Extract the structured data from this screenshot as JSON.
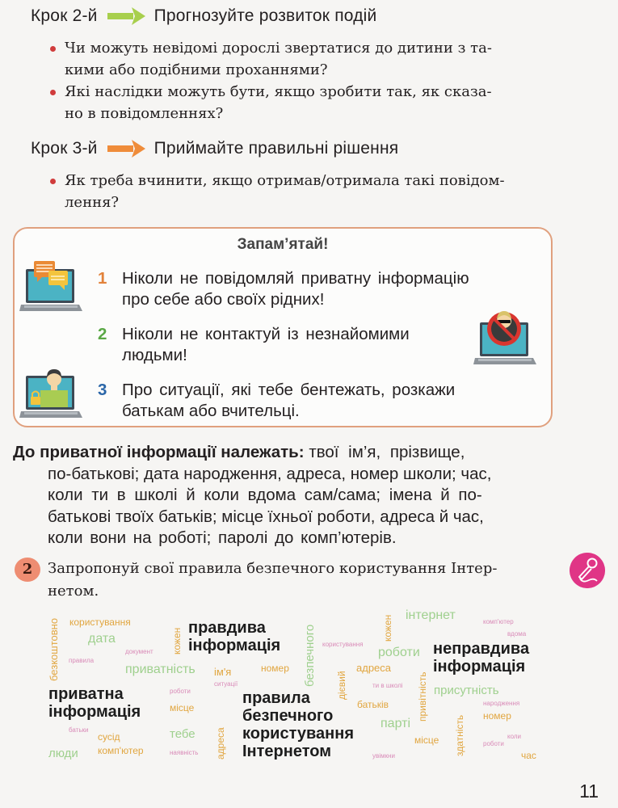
{
  "step2": {
    "label": "Крок 2-й",
    "arrow_color": "#a8cf4d",
    "title": "Прогнозуйте розвиток подій",
    "bullets": [
      {
        "line1": "Чи можуть невідомі дорослі звертатися до дитини з та-",
        "line2": "кими або подібними проханнями?"
      },
      {
        "line1": "Які наслідки можуть бути, якщо зробити так, як сказа-",
        "line2": "но в повідомленнях?"
      }
    ]
  },
  "step3": {
    "label": "Крок 3-й",
    "arrow_color": "#ef8c3a",
    "title": "Приймайте правильні рішення",
    "bullets": [
      {
        "line1": "Як треба вчинити, якщо отримав/отримала такі повідом-",
        "line2": "лення?"
      }
    ]
  },
  "remember_box": {
    "title": "Запам’ятай!",
    "border_color": "#e0a07e",
    "rules": [
      {
        "num": "1",
        "color": "#e2823a",
        "line1": "Ніколи не повідомляй приватну інформацію",
        "line2": "про себе або своїх рідних!"
      },
      {
        "num": "2",
        "color": "#5aa845",
        "line1": "Ніколи не контактуй із незнайомими",
        "line2": "людьми!"
      },
      {
        "num": "3",
        "color": "#2a66a8",
        "line1": "Про ситуації, які тебе бентежать, розкажи",
        "line2": "батькам або вчительці."
      }
    ],
    "icons": [
      "laptop-chat-icon",
      "laptop-user-lock-icon",
      "laptop-stranger-forbidden-icon"
    ]
  },
  "private_info": {
    "lead": "До приватної інформації належать:",
    "line1": "твої ім’я, прізвище,",
    "line2": "по-батькові; дата народження, адреса, номер школи; час,",
    "line3": "коли ти в школі й коли вдома сам/сама; імена й по-",
    "line4": "батькові твоїх батьків; місце їхньої роботи, адреса й час,",
    "line5": "коли вони на роботі; паролі до комп’ютерів."
  },
  "task": {
    "number": "2",
    "line1": "Запропонуй свої правила безпечного користування Інтер-",
    "line2": "нетом.",
    "icon": "microphone-icon",
    "icon_color": "#e03586"
  },
  "word_cloud": {
    "colors": {
      "orange": "#e1a640",
      "green": "#9fd08e",
      "pink": "#d98bb8",
      "black": "#1d1d1d"
    },
    "big": [
      {
        "l1": "правдива",
        "l2": "інформація"
      },
      {
        "l1": "неправдива",
        "l2": "інформація"
      },
      {
        "l1": "приватна",
        "l2": "інформація"
      },
      {
        "l1": "правила",
        "l2": "безпечного",
        "l3": "користування",
        "l4": "Інтернетом"
      }
    ],
    "words": [
      "безкоштовно",
      "користування",
      "дата",
      "документ",
      "правила",
      "кожен",
      "приватність",
      "ім'я",
      "ситуації",
      "номер",
      "безпечного",
      "користування",
      "дієвий",
      "адреса",
      "кожен",
      "інтернет",
      "комп'ютер",
      "вдома",
      "роботи",
      "ти в школі",
      "привітність",
      "присутність",
      "батьків",
      "народження",
      "номер",
      "парті",
      "здатність",
      "коли",
      "роботи",
      "місце",
      "увімкни",
      "час",
      "роботи",
      "місце",
      "батьки",
      "сусід",
      "тебе",
      "комп'ютер",
      "люди",
      "наявність",
      "адреса"
    ]
  },
  "page_number": "11"
}
